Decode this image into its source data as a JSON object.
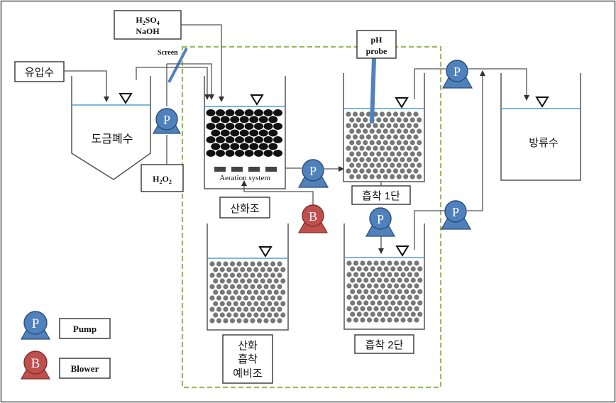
{
  "labels": {
    "influent": "유입수",
    "plating_wastewater": "도금폐수",
    "chem_line1": "H2SO4",
    "chem_line2": "NaOH",
    "screen": "Screen",
    "h2o2": "H2O2",
    "aeration_system": "Aeration system",
    "oxidation_tank": "산화조",
    "ph_probe_line1": "pH",
    "ph_probe_line2": "probe",
    "adsorption_stage1": "흡착 1단",
    "adsorption_stage2": "흡착 2단",
    "pre_tank_line1": "산화",
    "pre_tank_line2": "흡착",
    "pre_tank_line3": "예비조",
    "effluent": "방류수"
  },
  "legend": {
    "pump_symbol": "P",
    "pump_label": "Pump",
    "blower_symbol": "B",
    "blower_label": "Blower"
  },
  "colors": {
    "pump": "#4f81bd",
    "blower": "#c0504d",
    "water_line": "#4f9fd0",
    "dashed_border": "#9bbb59",
    "probe": "#4f81bd"
  }
}
